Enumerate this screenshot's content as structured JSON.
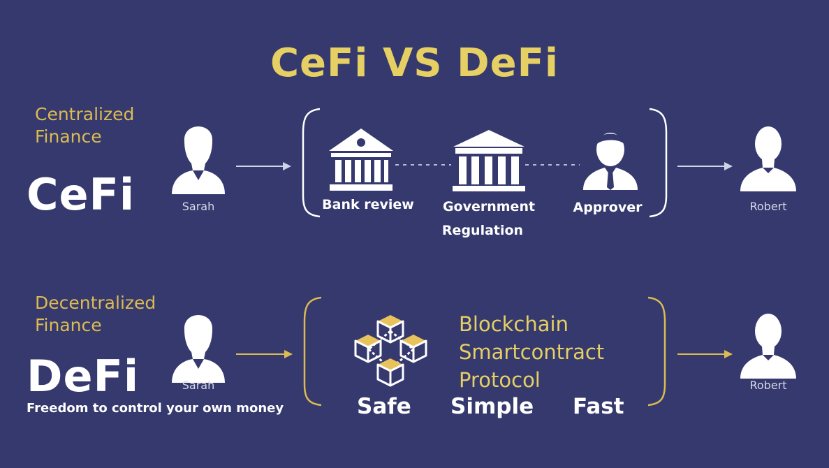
{
  "title": "CeFi VS DeFi",
  "cefi": {
    "subtitle_line1": "Centralized",
    "subtitle_line2": "Finance",
    "label": "CeFi",
    "sender": "Sarah",
    "receiver": "Robert",
    "steps": {
      "bank": "Bank review",
      "gov_line1": "Government",
      "gov_line2": "Regulation",
      "approver": "Approver"
    }
  },
  "defi": {
    "subtitle_line1": "Decentralized",
    "subtitle_line2": "Finance",
    "label": "DeFi",
    "tagline": "Freedom to control your own money",
    "sender": "Sarah",
    "receiver": "Robert",
    "tech": [
      "Blockchain",
      "Smartcontract",
      "Protocol"
    ],
    "features": [
      "Safe",
      "Simple",
      "Fast"
    ]
  },
  "colors": {
    "background": "#35396e",
    "accent": "#e6cf63",
    "white": "#ffffff"
  }
}
